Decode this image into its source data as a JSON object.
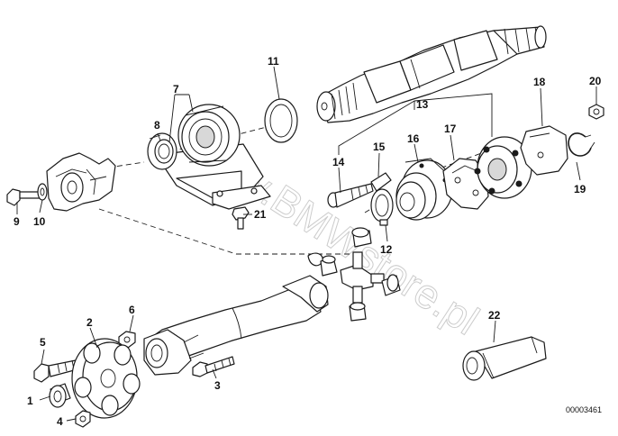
{
  "callouts": {
    "n1": "1",
    "n2": "2",
    "n3": "3",
    "n4": "4",
    "n5": "5",
    "n6": "6",
    "n7": "7",
    "n8": "8",
    "n9": "9",
    "n10": "10",
    "n11": "11",
    "n12": "12",
    "n13": "13",
    "n14": "14",
    "n15": "15",
    "n16": "16",
    "n17": "17",
    "n18": "18",
    "n19": "19",
    "n20": "20",
    "n21": "21",
    "n22": "22"
  },
  "diagram_code": "00003461",
  "watermark": "www.BMWstore.pl"
}
